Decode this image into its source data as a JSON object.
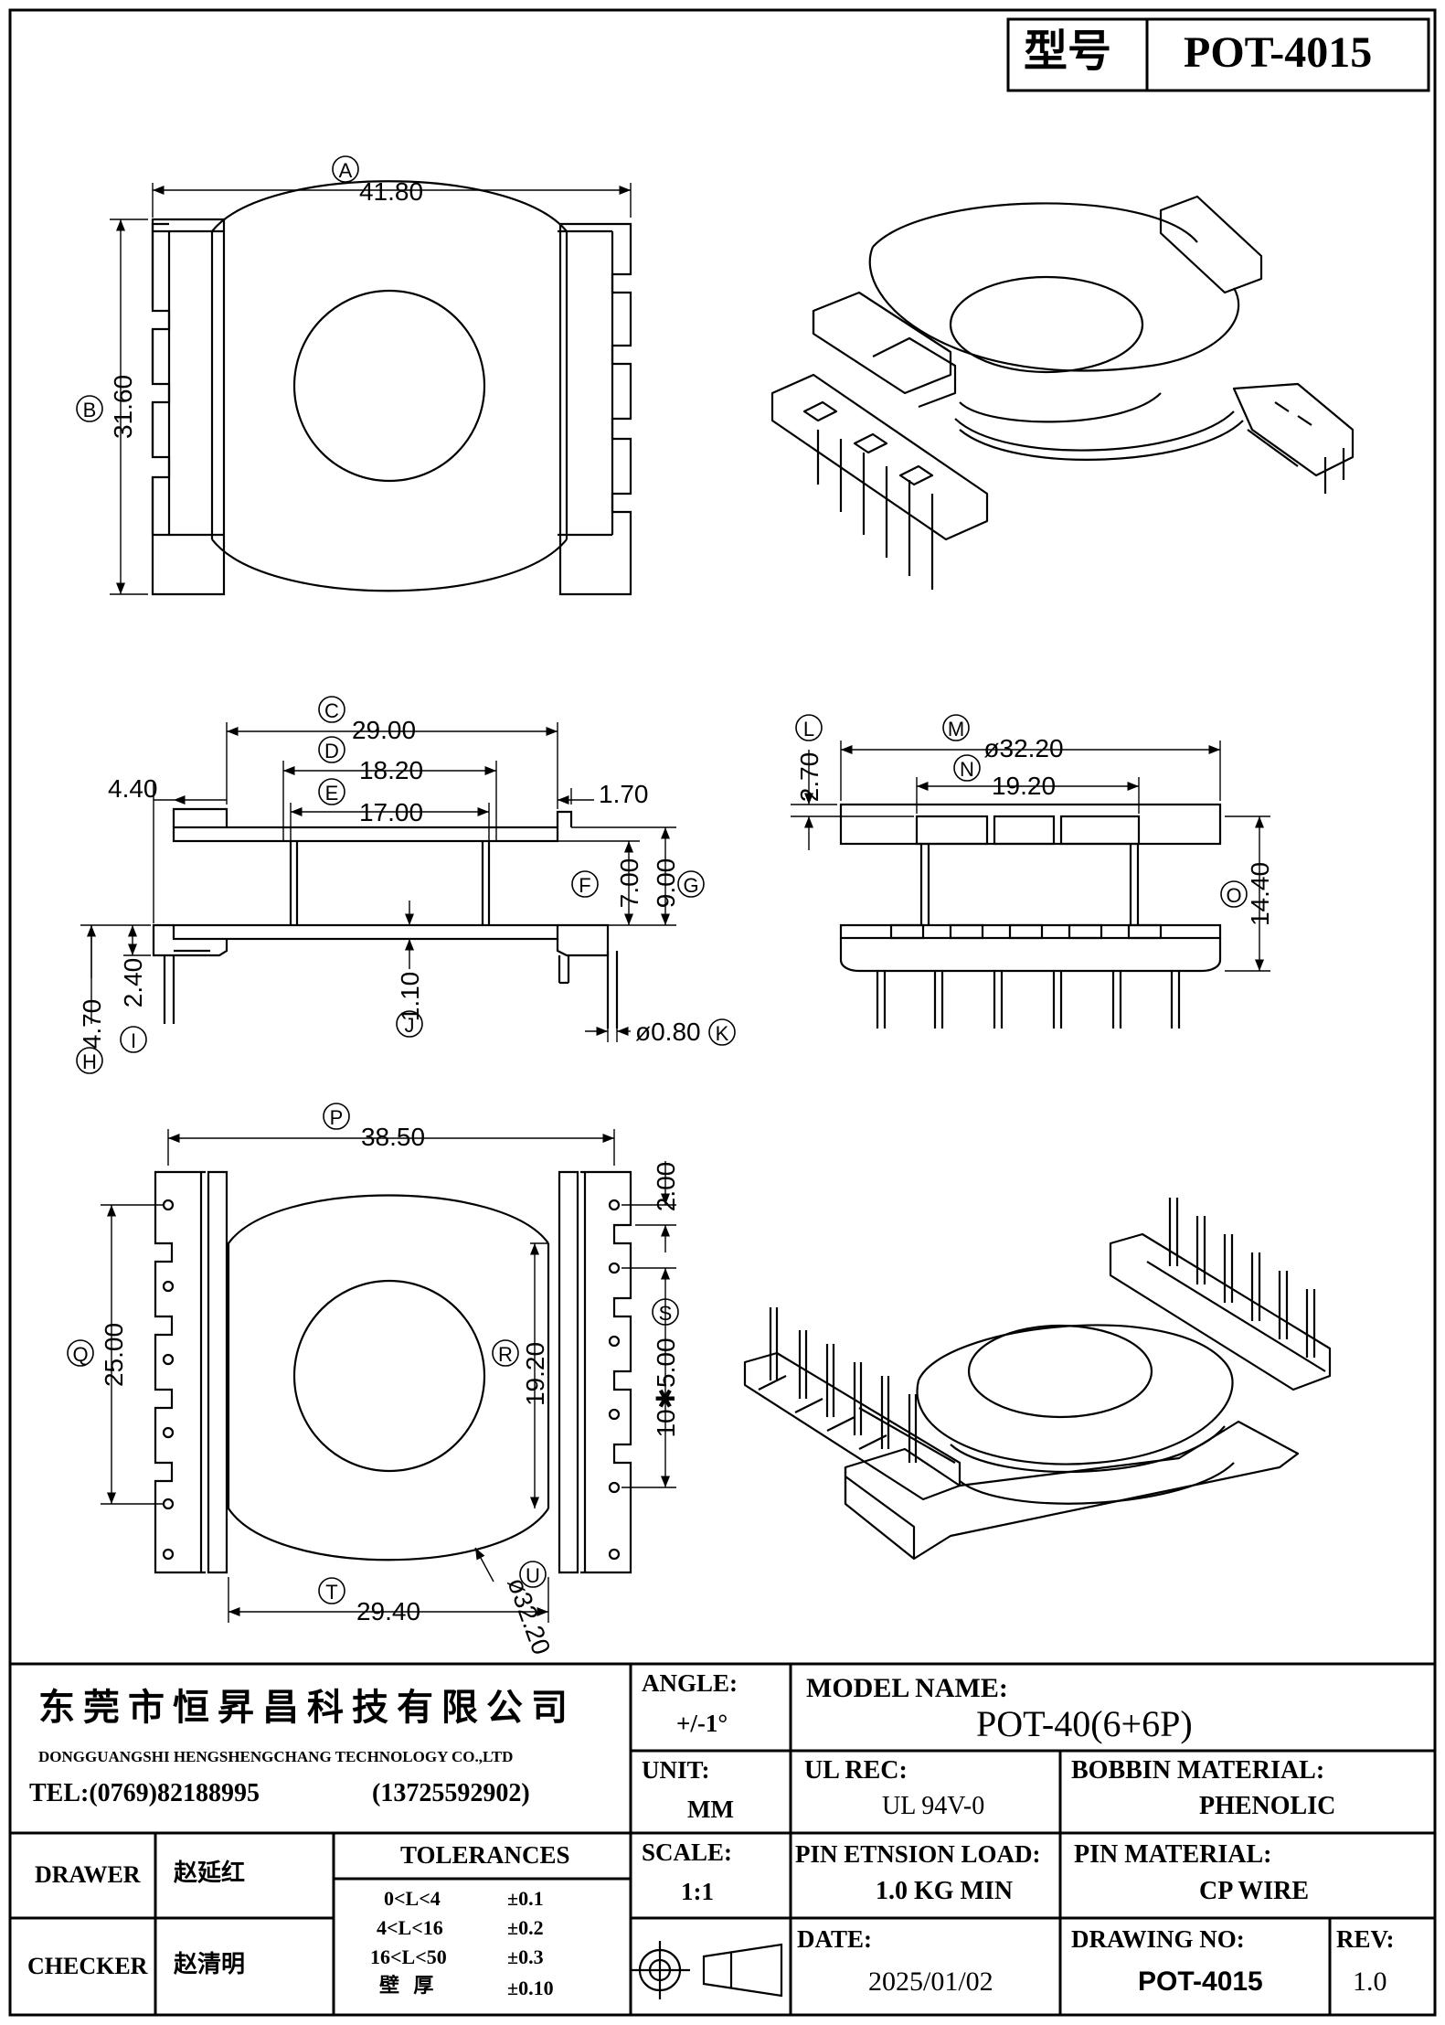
{
  "header": {
    "label": "型号",
    "value": "POT-4015"
  },
  "views": {
    "top": {
      "A": "41.80",
      "B": "31.60"
    },
    "side": {
      "C": "29.00",
      "D": "18.20",
      "E": "17.00",
      "left_offset": "4.40",
      "right_offset": "1.70",
      "F": "7.00",
      "G": "9.00",
      "H": "4.70",
      "I": "2.40",
      "J": "1.10",
      "K": "ø0.80"
    },
    "front": {
      "L": "2.70",
      "M": "ø32.20",
      "N": "19.20",
      "O": "14.40"
    },
    "bottom": {
      "P": "38.50",
      "Q": "25.00",
      "R": "19.20",
      "S": "10✱5.00",
      "T": "29.40",
      "U": "ø32.20",
      "pin_offset": "2.00"
    },
    "circle_letters": [
      "A",
      "B",
      "C",
      "D",
      "E",
      "F",
      "G",
      "H",
      "I",
      "J",
      "K",
      "L",
      "M",
      "N",
      "O",
      "P",
      "Q",
      "R",
      "S",
      "T",
      "U"
    ]
  },
  "title_block": {
    "company_cn": "东莞市恒昇昌科技有限公司",
    "company_en": "DONGGUANGSHI HENGSHENGCHANG TECHNOLOGY CO.,LTD",
    "tel": "TEL:(0769)82188995",
    "mobile": "(13725592902)",
    "drawer_label": "DRAWER",
    "drawer_name": "赵延红",
    "checker_label": "CHECKER",
    "checker_name": "赵清明",
    "tolerances_label": "TOLERANCES",
    "tolerances": [
      {
        "range": "0<L<4",
        "value": "±0.1"
      },
      {
        "range": "4<L<16",
        "value": "±0.2"
      },
      {
        "range": "16<L<50",
        "value": "±0.3"
      },
      {
        "range": "壁  厚",
        "value": "±0.10"
      }
    ],
    "angle_label": "ANGLE:",
    "angle_value": "+/-1°",
    "unit_label": "UNIT:",
    "unit_value": "MM",
    "scale_label": "SCALE:",
    "scale_value": "1:1",
    "model_label": "MODEL NAME:",
    "model_value": "POT-40(6+6P)",
    "ul_label": "UL REC:",
    "ul_value": "UL 94V-0",
    "bobbin_label": "BOBBIN MATERIAL:",
    "bobbin_value": "PHENOLIC",
    "pin_load_label": "PIN ETNSION LOAD:",
    "pin_load_value": "1.0 KG MIN",
    "pin_material_label": "PIN MATERIAL:",
    "pin_material_value": "CP WIRE",
    "date_label": "DATE:",
    "date_value": "2025/01/02",
    "drawing_no_label": "DRAWING NO:",
    "drawing_no_value": "POT-4015",
    "rev_label": "REV:",
    "rev_value": "1.0"
  }
}
